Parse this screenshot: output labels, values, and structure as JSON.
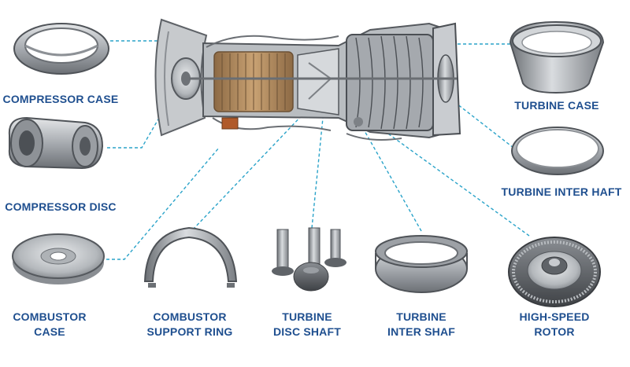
{
  "colors": {
    "label": "#1f4f8f",
    "leader": "#2aa3c9",
    "metal_dark": "#5b5f64",
    "metal_mid": "#9ea3a8",
    "metal_light": "#d9dcdf",
    "copper": "#b58a5a"
  },
  "engine": {
    "icon": "gas-turbine-engine-cutaway-icon"
  },
  "parts": [
    {
      "id": "compressor-case",
      "lines": [
        "COMPRESSOR CASE"
      ],
      "icon": "compressor-case-ring-icon"
    },
    {
      "id": "compressor-disc",
      "lines": [
        "COMPRESSOR DISC"
      ],
      "icon": "compressor-disc-icon"
    },
    {
      "id": "combustor-case",
      "lines": [
        "COMBUSTOR",
        "CASE"
      ],
      "icon": "combustor-case-disc-icon"
    },
    {
      "id": "combustor-support-ring",
      "lines": [
        "COMBUSTOR",
        "SUPPORT RING"
      ],
      "icon": "combustor-support-ring-icon"
    },
    {
      "id": "turbine-disc-shaft",
      "lines": [
        "TURBINE",
        "DISC SHAFT"
      ],
      "icon": "turbine-disc-shaft-icon"
    },
    {
      "id": "turbine-inter-shaf",
      "lines": [
        "TURBINE",
        "INTER SHAF"
      ],
      "icon": "turbine-inter-shaft-ring-icon"
    },
    {
      "id": "high-speed-rotor",
      "lines": [
        "HIGH-SPEED",
        "ROTOR"
      ],
      "icon": "high-speed-rotor-icon"
    },
    {
      "id": "turbine-inter-haft",
      "lines": [
        "TURBINE INTER HAFT"
      ],
      "icon": "turbine-inter-shaft-thin-ring-icon"
    },
    {
      "id": "turbine-case",
      "lines": [
        "TURBINE CASE"
      ],
      "icon": "turbine-case-cone-icon"
    }
  ]
}
